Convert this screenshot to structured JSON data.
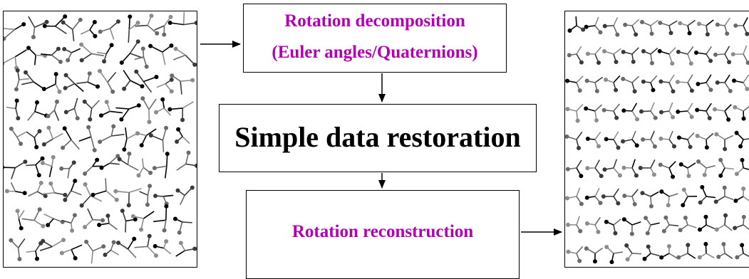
{
  "boxes": {
    "decomposition": {
      "line1": "Rotation decomposition",
      "line2": "(Euler angles/Quaternions)"
    },
    "restoration": {
      "label": "Simple data restoration"
    },
    "reconstruction": {
      "label": "Rotation reconstruction"
    }
  },
  "colors": {
    "accent_text": "#b300b3",
    "stroke": "#000000",
    "gray": "#808080"
  }
}
